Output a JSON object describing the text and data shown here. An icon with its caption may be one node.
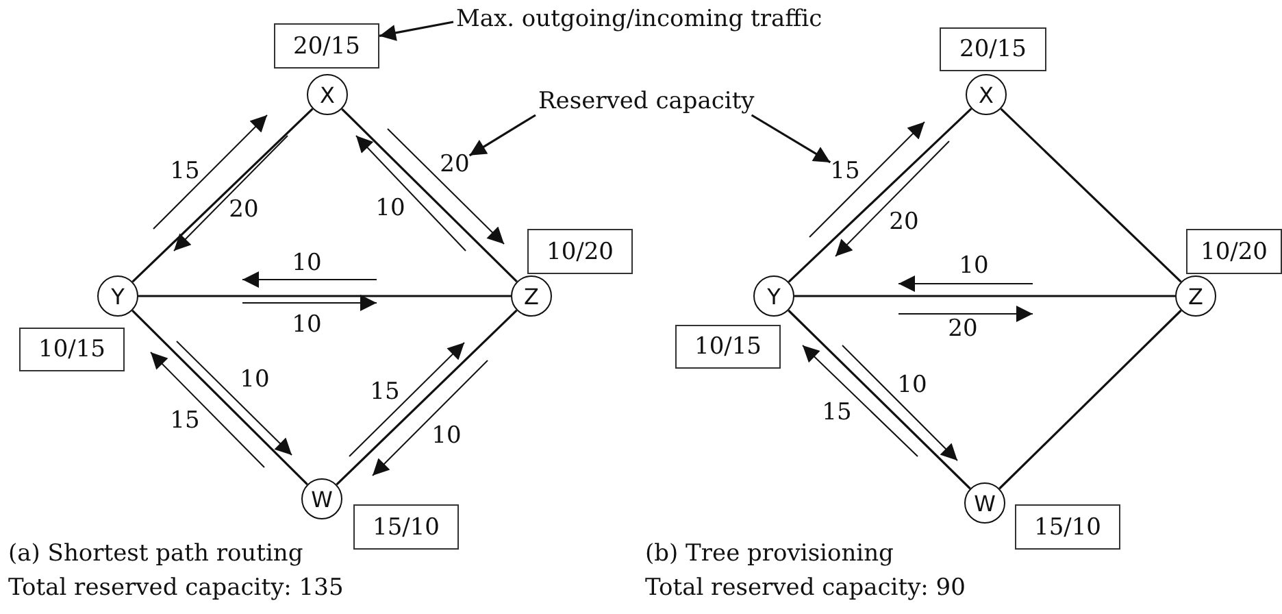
{
  "diagram": {
    "nodes": [
      {
        "text": [
          "20/15"
        ]
      },
      {
        "text": [
          "Max. outgoing/incoming traffic"
        ]
      },
      {
        "text": [
          "X"
        ]
      },
      {
        "text": [
          "Reserved capacity"
        ]
      },
      {
        "text": [
          "20/15"
        ]
      },
      {
        "text": [
          "X"
        ]
      },
      {
        "text": [
          "10/20"
        ]
      },
      {
        "text": [
          "Y"
        ]
      },
      {
        "text": [
          "Z"
        ]
      },
      {
        "text": [
          "Y"
        ]
      },
      {
        "text": [
          "10/20"
        ]
      },
      {
        "text": [
          "Z"
        ]
      },
      {
        "text": [
          "10/15"
        ]
      },
      {
        "text": [
          "10/15"
        ]
      },
      {
        "text": [
          "W"
        ]
      },
      {
        "text": [
          "15/10"
        ]
      },
      {
        "text": [
          "W"
        ]
      },
      {
        "text": [
          "15/10"
        ]
      },
      {
        "text": [
          "20"
        ]
      },
      {
        "text": [
          "15"
        ]
      }
    ],
    "edges": [
      {
        "from": 2,
        "to": 7,
        "arrow": "none"
      },
      {
        "from": 2,
        "to": 8,
        "arrow": "none"
      },
      {
        "from": 7,
        "to": 8,
        "arrow": "none"
      },
      {
        "from": 7,
        "to": 14,
        "arrow": "none"
      },
      {
        "from": 14,
        "to": 8,
        "arrow": "none"
      },
      {
        "from": 5,
        "to": 9,
        "arrow": "none"
      },
      {
        "from": 5,
        "to": 11,
        "arrow": "none"
      },
      {
        "from": 9,
        "to": 11,
        "arrow": "none"
      },
      {
        "from": 9,
        "to": 16,
        "arrow": "none"
      },
      {
        "from": 16,
        "to": 11,
        "arrow": "none"
      },
      {
        "from": 1,
        "to": 0,
        "arrow": "to"
      },
      {
        "from": 3,
        "to": 18,
        "arrow": "to"
      },
      {
        "from": 3,
        "to": 19,
        "arrow": "to"
      }
    ],
    "labels": [
      "15",
      "20",
      "10",
      "20",
      "10",
      "10",
      "10",
      "20",
      "10",
      "15",
      "10",
      "15",
      "10",
      "15",
      "(a) Shortest path routing",
      "Total reserved capacity: 135",
      "(b) Tree provisioning",
      "Total reserved capacity: 90"
    ]
  }
}
